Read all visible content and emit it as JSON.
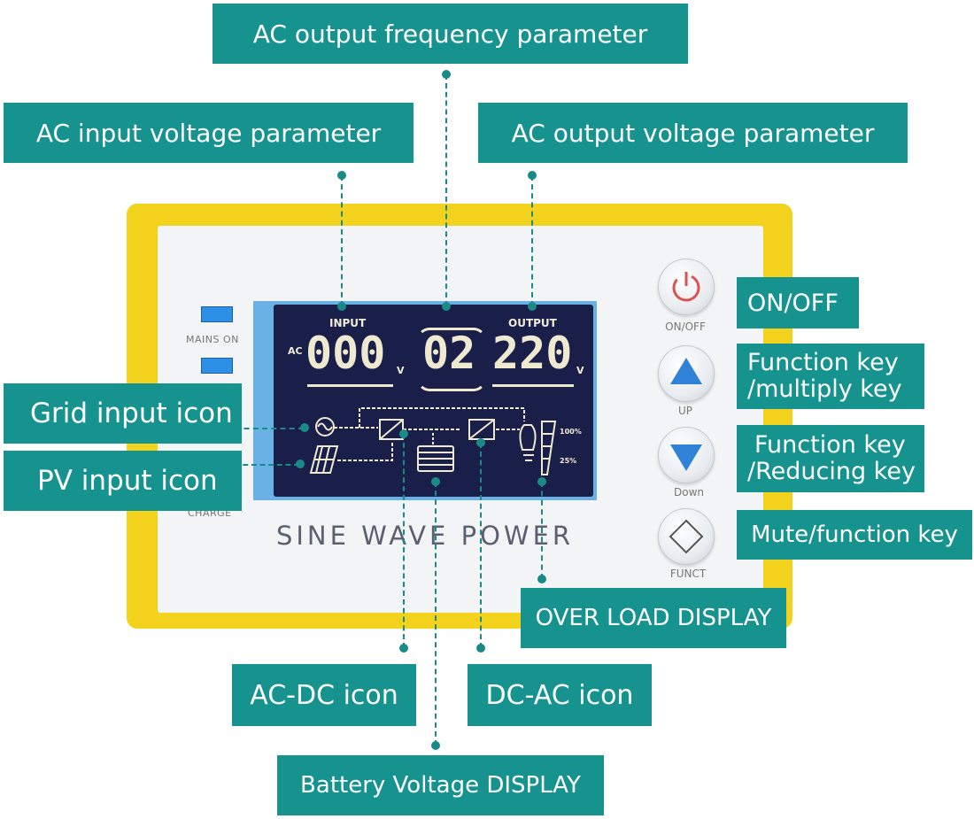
{
  "callouts": {
    "ac_output_frequency": "AC output frequency parameter",
    "ac_input_voltage": "AC input voltage parameter",
    "ac_output_voltage": "AC output voltage parameter",
    "on_off": "ON/OFF",
    "function_multiply_line1": "Function key",
    "function_multiply_line2": "/multiply key",
    "function_reducing_line1": "Function key",
    "function_reducing_line2": "/Reducing key",
    "mute_function": "Mute/function key",
    "over_load": "OVER LOAD DISPLAY",
    "grid_input": "Grid input icon",
    "pv_input": "PV input icon",
    "ac_dc": "AC-DC icon",
    "dc_ac": "DC-AC icon",
    "battery_voltage": "Battery Voltage DISPLAY"
  },
  "device": {
    "side_labels": {
      "mains_on": "MAINS ON",
      "charge": "CHARGE"
    },
    "lcd": {
      "input_label": "INPUT",
      "output_label": "OUTPUT",
      "ac_prefix": "AC",
      "input_voltage": "000",
      "frequency": "02",
      "output_voltage": "220",
      "unit_v": "V",
      "load_100": "100%",
      "load_25": "25%"
    },
    "brand": "SINE WAVE POWER",
    "buttons": {
      "on_off": "ON/OFF",
      "up": "UP",
      "down": "Down",
      "funct": "FUNCT"
    }
  },
  "colors": {
    "callout_bg": "#17938f",
    "frame_yellow": "#f2d21d",
    "lcd_bg": "#1a1f4a",
    "lcd_bezel": "#6ab1e6",
    "button_blue": "#2f82d6",
    "power_red": "#d9534f"
  }
}
